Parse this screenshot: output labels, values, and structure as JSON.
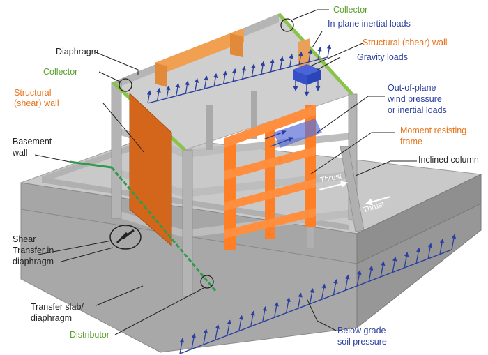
{
  "colors": {
    "black": "#222222",
    "green": "#5aa02c",
    "orange": "#e8731c",
    "blue": "#2b3fa0",
    "concrete": "#b9b9b9",
    "concrete_dark": "#8f8f8f",
    "shear_wall": "#d4661c",
    "collector_line": "#8bc34a",
    "distributor_line": "#2e9b4d"
  },
  "labels": {
    "collector_top": "Collector",
    "in_plane_inertial": "In-plane inertial loads",
    "structural_wall_right": "Structural (shear) wall",
    "gravity_loads": "Gravity loads",
    "diaphragm": "Diaphragm",
    "collector_left": "Collector",
    "structural_wall_left_1": "Structural",
    "structural_wall_left_2": "(shear) wall",
    "out_of_plane_1": "Out-of-plane",
    "out_of_plane_2": "wind pressure",
    "out_of_plane_3": "or inertial loads",
    "moment_frame_1": "Moment resisting",
    "moment_frame_2": "frame",
    "basement_wall_1": "Basement",
    "basement_wall_2": "wall",
    "inclined_column": "Inclined column",
    "thrust_1": "Thrust",
    "thrust_2": "Thrust",
    "shear_transfer_1": "Shear",
    "shear_transfer_2": "Transfer in",
    "shear_transfer_3": "diaphragm",
    "transfer_slab_1": "Transfer slab/",
    "transfer_slab_2": "diaphragm",
    "distributor": "Distributor",
    "below_grade_1": "Below grade",
    "below_grade_2": "soil pressure"
  }
}
